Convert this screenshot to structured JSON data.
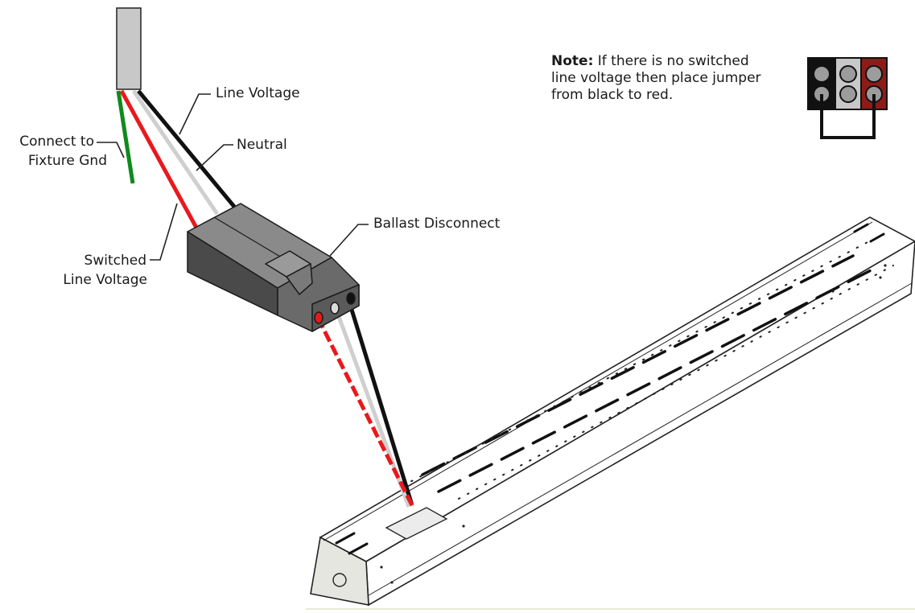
{
  "labels": {
    "line_voltage": "Line Voltage",
    "neutral": "Neutral",
    "connect_to_1": "Connect to",
    "connect_to_2": "Fixture Gnd",
    "switched_1": "Switched",
    "switched_2": "Line Voltage",
    "ballast_disconnect": "Ballast Disconnect"
  },
  "note": {
    "heading": "Note:",
    "line_1": " If there is no switched",
    "line_2": "line voltage then place jumper",
    "line_3": "from black to red."
  },
  "colors": {
    "hot_wire": "#111111",
    "neutral_wire": "#cfcfcf",
    "switched_wire": "#e8191c",
    "ground_wire": "#0f8a1c",
    "cable_jacket": "#c8c8c8",
    "connector_body": "#5d5d5d",
    "fixture_body": "#ffffff",
    "fixture_end_cap": "#e6e6e1",
    "terminal_red": "#8d1b18"
  }
}
